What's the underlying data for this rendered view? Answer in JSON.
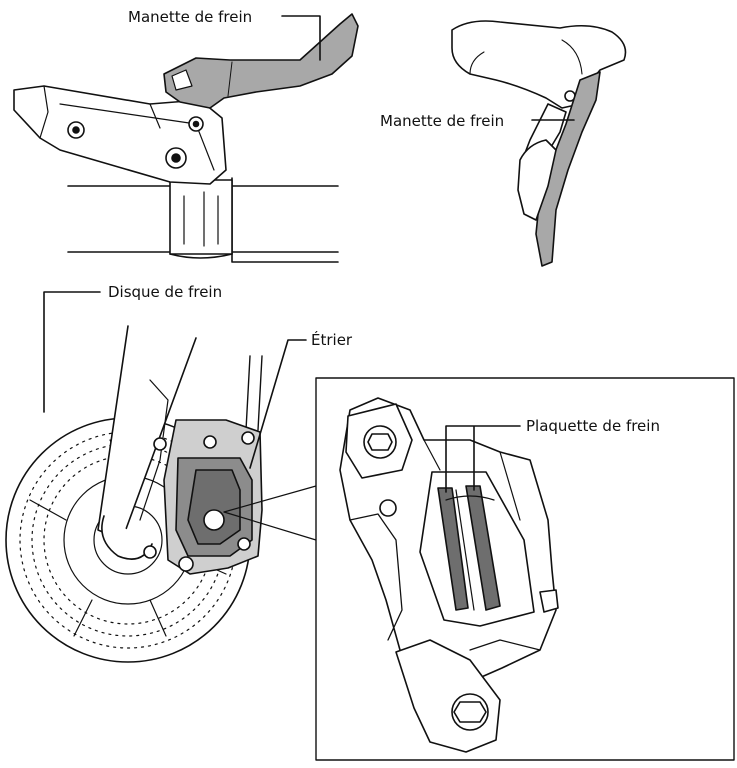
{
  "labels": {
    "lever_flat_bar": "Manette de frein",
    "lever_drop_bar": "Manette de frein",
    "disc": "Disque de frein",
    "caliper": "Étrier",
    "pad": "Plaquette de frein"
  },
  "colors": {
    "line": "#111111",
    "lever_fill": "#a8a8a8",
    "part_fill": "#ffffff",
    "shade_dark": "#6e6e6e",
    "shade_mid": "#cfcfcf"
  }
}
